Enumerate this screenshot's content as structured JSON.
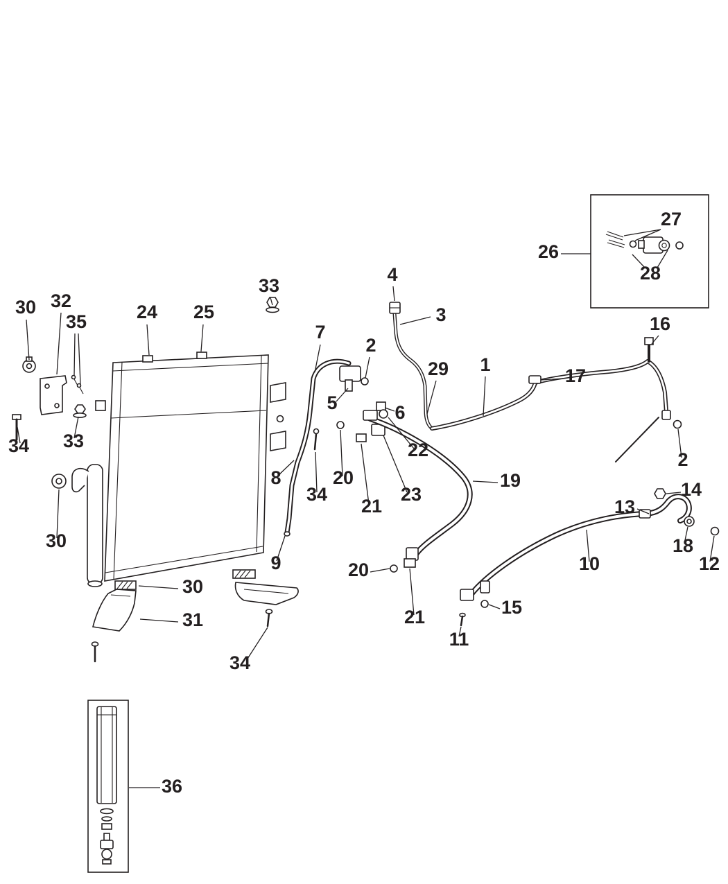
{
  "diagram": {
    "type": "exploded-parts-diagram",
    "subject": "A/C condenser and plumbing",
    "colors": {
      "line": "#231f20",
      "background": "#ffffff"
    },
    "callouts": [
      {
        "id": "30-upper-grommet",
        "label": "30"
      },
      {
        "id": "32-bracket",
        "label": "32"
      },
      {
        "id": "35-screws",
        "label": "35"
      },
      {
        "id": "24-condenser",
        "label": "24"
      },
      {
        "id": "25-condenser-seal",
        "label": "25"
      },
      {
        "id": "33-nut-top",
        "label": "33"
      },
      {
        "id": "7-tube",
        "label": "7"
      },
      {
        "id": "2-oring-center",
        "label": "2"
      },
      {
        "id": "4-cap",
        "label": "4"
      },
      {
        "id": "3-tube",
        "label": "3"
      },
      {
        "id": "29-tube-bend",
        "label": "29"
      },
      {
        "id": "1-line",
        "label": "1"
      },
      {
        "id": "16-clamp",
        "label": "16"
      },
      {
        "id": "17-fitting",
        "label": "17"
      },
      {
        "id": "27-screws-inset",
        "label": "27"
      },
      {
        "id": "26-inset-box",
        "label": "26"
      },
      {
        "id": "28-washers-inset",
        "label": "28"
      },
      {
        "id": "34-screw-left",
        "label": "34"
      },
      {
        "id": "33-nut-left",
        "label": "33"
      },
      {
        "id": "5-plate",
        "label": "5"
      },
      {
        "id": "6-fitting",
        "label": "6"
      },
      {
        "id": "22-valve",
        "label": "22"
      },
      {
        "id": "8-tube-lower",
        "label": "8"
      },
      {
        "id": "34-bolt-mid",
        "label": "34"
      },
      {
        "id": "20-oring-mid",
        "label": "20"
      },
      {
        "id": "21-elbow-mid",
        "label": "21"
      },
      {
        "id": "23-fitting",
        "label": "23"
      },
      {
        "id": "19-hose",
        "label": "19"
      },
      {
        "id": "2-oring-right",
        "label": "2"
      },
      {
        "id": "14-nut",
        "label": "14"
      },
      {
        "id": "13-hose-end",
        "label": "13"
      },
      {
        "id": "30-lower-grommet",
        "label": "30"
      },
      {
        "id": "18-ring",
        "label": "18"
      },
      {
        "id": "12-oring",
        "label": "12"
      },
      {
        "id": "10-hose",
        "label": "10"
      },
      {
        "id": "9-tube-end",
        "label": "9"
      },
      {
        "id": "30-clamp-bottom",
        "label": "30"
      },
      {
        "id": "20-oring-bottom",
        "label": "20"
      },
      {
        "id": "21-elbow-bottom",
        "label": "21"
      },
      {
        "id": "15-oring",
        "label": "15"
      },
      {
        "id": "11-screw",
        "label": "11"
      },
      {
        "id": "31-bracket-bottom",
        "label": "31"
      },
      {
        "id": "34-screw-bottom",
        "label": "34"
      },
      {
        "id": "36-drier-inset",
        "label": "36"
      }
    ]
  }
}
